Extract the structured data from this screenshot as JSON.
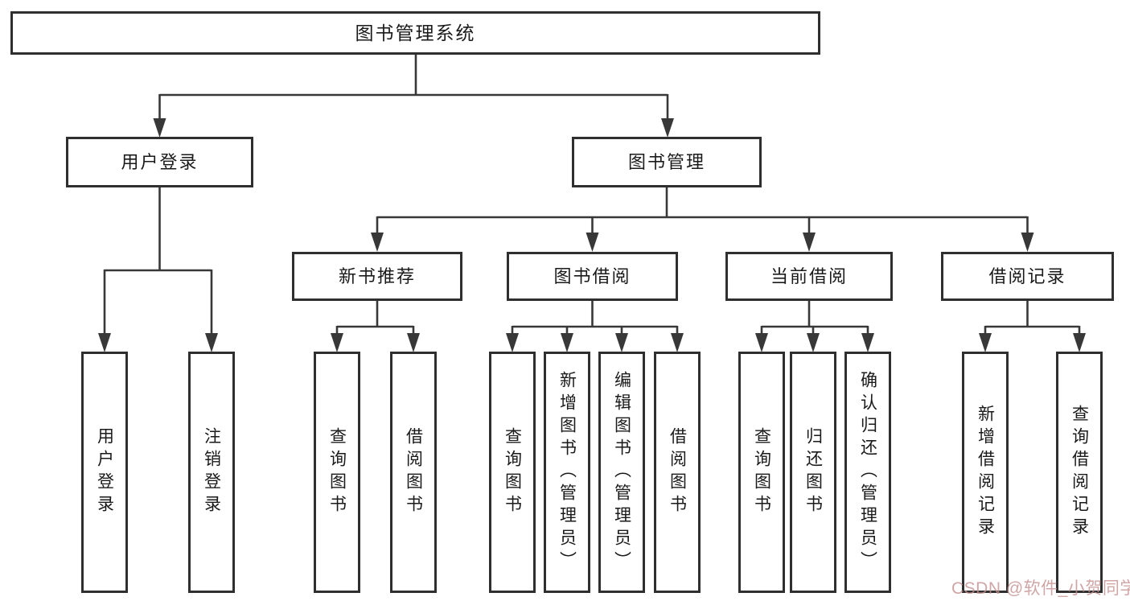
{
  "diagram": {
    "title": "图书管理系统",
    "type": "functional-structure-tree",
    "tree": {
      "root": {
        "label": "图书管理系统",
        "children": [
          {
            "label": "用户登录",
            "children": [
              {
                "label": "用户登录"
              },
              {
                "label": "注销登录"
              }
            ]
          },
          {
            "label": "图书管理",
            "children": [
              {
                "label": "新书推荐",
                "children": [
                  {
                    "label": "查询图书"
                  },
                  {
                    "label": "借阅图书"
                  }
                ]
              },
              {
                "label": "图书借阅",
                "children": [
                  {
                    "label": "查询图书"
                  },
                  {
                    "label": "新增图书（管理员）"
                  },
                  {
                    "label": "编辑图书（管理员）"
                  },
                  {
                    "label": "借阅图书"
                  }
                ]
              },
              {
                "label": "当前借阅",
                "children": [
                  {
                    "label": "查询图书"
                  },
                  {
                    "label": "归还图书"
                  },
                  {
                    "label": "确认归还（管理员）"
                  }
                ]
              },
              {
                "label": "借阅记录",
                "children": [
                  {
                    "label": "新增借阅记录"
                  },
                  {
                    "label": "查询借阅记录"
                  }
                ]
              }
            ]
          }
        ]
      }
    }
  },
  "watermark": {
    "text": "CSDN @软件_小贺同学"
  },
  "colors": {
    "background": "#ffffff",
    "box_border": "#2f2f2f",
    "connector_line": "#383838",
    "text": "#1a1a1a",
    "watermark_text": "#c48e8e"
  }
}
